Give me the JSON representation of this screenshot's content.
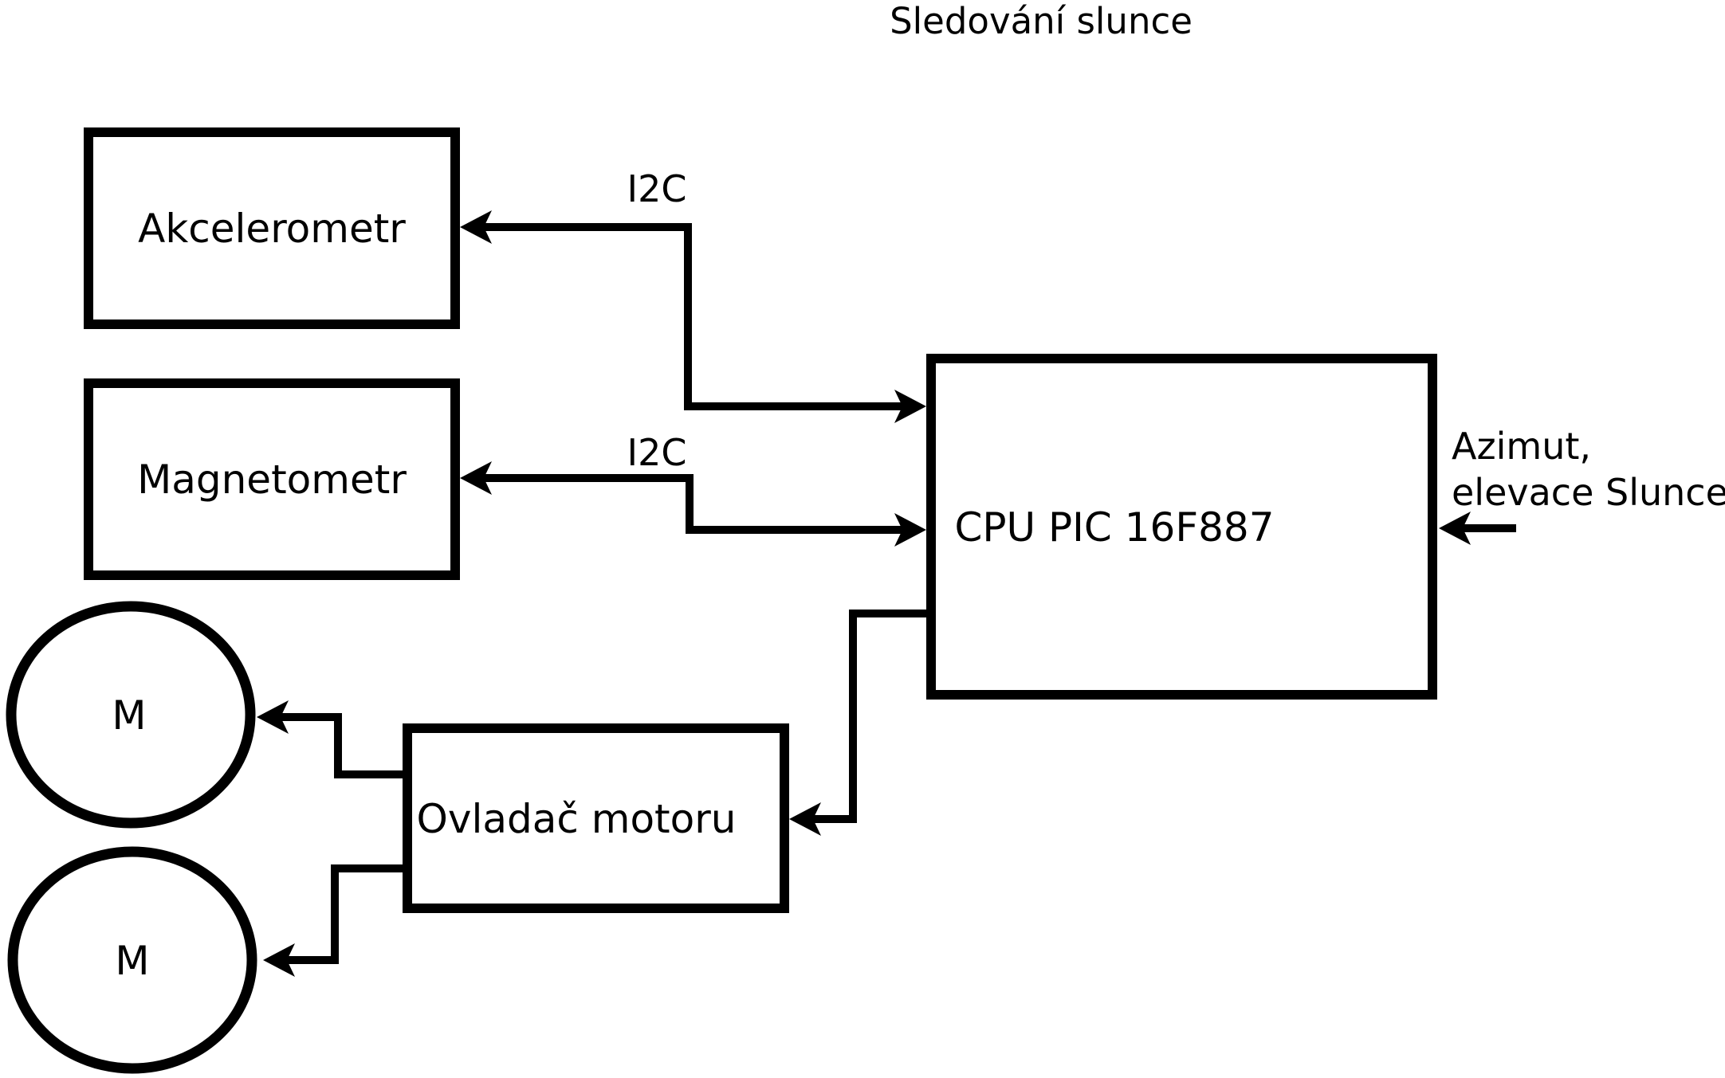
{
  "title": "Sledování slunce",
  "colors": {
    "ink": "#000000",
    "background": "#ffffff"
  },
  "nodes": {
    "akcelerometr": {
      "label": "Akcelerometr",
      "shape": "rectangle"
    },
    "magnetometr": {
      "label": "Magnetometr",
      "shape": "rectangle"
    },
    "cpu": {
      "label": "CPU PIC 16F887",
      "shape": "rectangle"
    },
    "ovladac_motoru": {
      "label": "Ovladač motoru",
      "shape": "rectangle"
    },
    "motor_1": {
      "label": "M",
      "shape": "circle"
    },
    "motor_2": {
      "label": "M",
      "shape": "circle"
    }
  },
  "edges": {
    "i2c_akcelerometr": {
      "label": "I2C",
      "between": [
        "cpu",
        "akcelerometr"
      ],
      "bidirectional": true
    },
    "i2c_magnetometr": {
      "label": "I2C",
      "between": [
        "cpu",
        "magnetometr"
      ],
      "bidirectional": true
    },
    "cpu_to_ovladac": {
      "from": "cpu",
      "to": "ovladac_motoru"
    },
    "ovladac_to_motor_1": {
      "from": "ovladac_motoru",
      "to": "motor_1"
    },
    "ovladac_to_motor_2": {
      "from": "ovladac_motoru",
      "to": "motor_2"
    }
  },
  "annotations": {
    "sun_input": {
      "line1": "Azimut,",
      "line2": "elevace Slunce",
      "target": "cpu"
    }
  }
}
